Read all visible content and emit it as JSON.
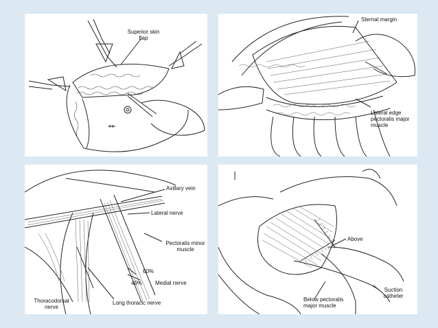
{
  "panels": {
    "top_left": {
      "label_superior_flap_1": "Superior skin",
      "label_superior_flap_2": "flap"
    },
    "top_right": {
      "label_sternal_margin": "Sternal margin",
      "label_lateral_edge_1": "Lateral edge",
      "label_lateral_edge_2": "pectoralis major",
      "label_lateral_edge_3": "muscle"
    },
    "bottom_left": {
      "label_axillary_vein": "Axillary vein",
      "label_lateral_nerve": "Lateral nerve",
      "label_pectoralis_minor_1": "Pectoralis minor",
      "label_pectoralis_minor_2": "muscle",
      "label_60": "60%",
      "label_40": "40%",
      "label_medial_nerve": "Medial nerve",
      "label_thoracodorsal_1": "Thoracodorsal",
      "label_thoracodorsal_2": "nerve",
      "label_long_thoracic": "Long thoracic nerve"
    },
    "bottom_right": {
      "label_above": "Above",
      "label_suction_1": "Suction",
      "label_suction_2": "catheter",
      "label_below_1": "Below pectoralis",
      "label_below_2": "major muscle"
    }
  },
  "colors": {
    "background": "#dce9f3",
    "panel": "#ffffff",
    "ink": "#222222"
  }
}
